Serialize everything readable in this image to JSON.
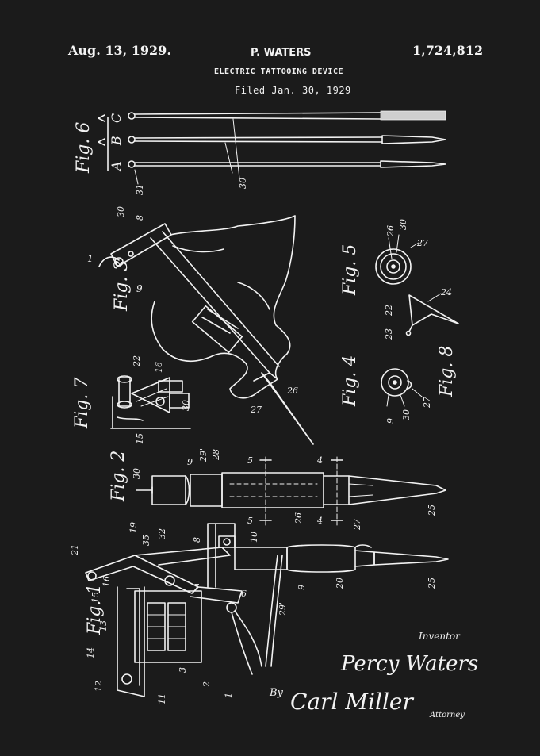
{
  "header": {
    "date": "Aug. 13, 1929.",
    "inventor_name": "P. WATERS",
    "patent_number": "1,724,812",
    "title": "ELECTRIC TATTOOING DEVICE",
    "filed": "Filed Jan. 30, 1929"
  },
  "figures": {
    "fig6": "Fig. 6",
    "fig5": "Fig. 5",
    "fig4": "Fig. 4",
    "fig3": "Fig. 3",
    "fig7": "Fig. 7",
    "fig8": "Fig. 8",
    "fig2": "Fig. 2",
    "fig1": "Fig. 1"
  },
  "needle_letters": [
    "C",
    "B",
    "A"
  ],
  "reference_numerals": {
    "n30a": "30",
    "n31a": "31",
    "n30b": "30",
    "n8": "8",
    "n1": "1",
    "n9a": "9",
    "n26a": "26",
    "n27a": "27",
    "n26b": "26",
    "n30c": "30",
    "n24": "24",
    "n22a": "22",
    "n23": "23",
    "n9b": "9",
    "n30d": "30",
    "n27b": "27",
    "n5a": "5",
    "n4a": "4",
    "n5b": "5",
    "n4b": "4",
    "n9c": "9",
    "n29a": "29'",
    "n28": "28",
    "n30e": "30",
    "n26c": "26",
    "n27c": "27",
    "n25a": "25",
    "n25b": "25",
    "n10": "10",
    "n20": "20",
    "n29b": "29'",
    "n9d": "9",
    "n21": "21",
    "n19": "19",
    "n35": "35",
    "n32": "32",
    "n8b": "8",
    "n7": "7",
    "n6": "6",
    "n16": "16",
    "n15": "15",
    "n14": "14",
    "n13": "13",
    "n12": "12",
    "n11": "11",
    "n3": "3",
    "n2": "2",
    "n1b": "1",
    "n22b": "22"
  },
  "signatures": {
    "inventor_label": "Inventor",
    "inventor": "Percy Waters",
    "by": "By",
    "attorney": "Carl Miller",
    "attorney_label": "Attorney"
  }
}
